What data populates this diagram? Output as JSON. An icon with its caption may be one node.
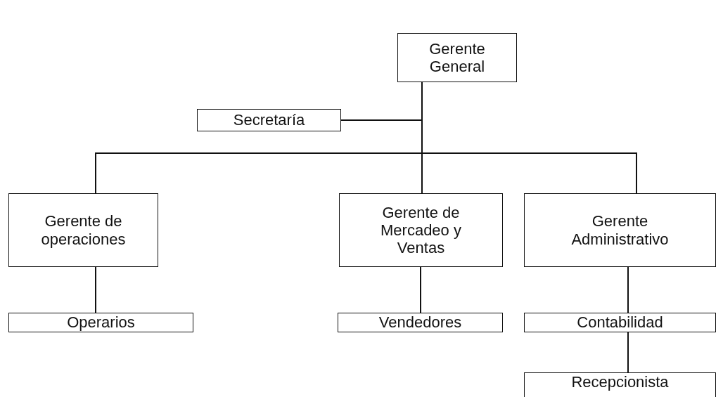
{
  "diagram": {
    "nodes": [
      {
        "text": [
          "Gerente General"
        ]
      },
      {
        "text": [
          "Secretaría"
        ]
      },
      {
        "text": [
          "Gerente de operaciones"
        ]
      },
      {
        "text": [
          "Gerente de Mercadeo y Ventas"
        ]
      },
      {
        "text": [
          "Gerente Administrativo"
        ]
      },
      {
        "text": [
          "Operarios"
        ]
      },
      {
        "text": [
          "Vendedores"
        ]
      },
      {
        "text": [
          "Contabilidad"
        ]
      },
      {
        "text": [
          "Recepcionista"
        ]
      }
    ],
    "edges": [
      {
        "from": 0,
        "to": 1,
        "arrow": "none"
      },
      {
        "from": 0,
        "to": 2,
        "arrow": "none"
      },
      {
        "from": 0,
        "to": 3,
        "arrow": "none"
      },
      {
        "from": 0,
        "to": 4,
        "arrow": "none"
      },
      {
        "from": 2,
        "to": 5,
        "arrow": "none"
      },
      {
        "from": 3,
        "to": 6,
        "arrow": "none"
      },
      {
        "from": 4,
        "to": 7,
        "arrow": "none"
      },
      {
        "from": 7,
        "to": 8,
        "arrow": "none"
      }
    ]
  }
}
